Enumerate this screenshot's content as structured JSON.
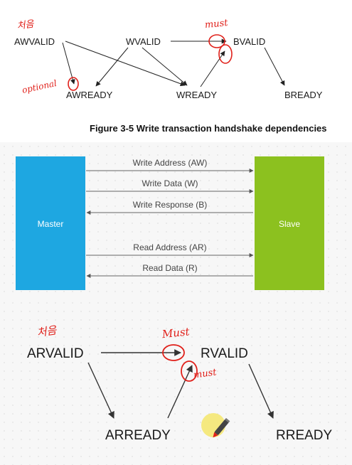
{
  "figure1": {
    "signals": {
      "awvalid": "AWVALID",
      "wvalid": "WVALID",
      "bvalid": "BVALID",
      "awready": "AWREADY",
      "wready": "WREADY",
      "bready": "BREADY"
    },
    "notes": {
      "first": "처음",
      "must": "must",
      "optional": "optional"
    },
    "caption": "Figure 3-5 Write transaction handshake dependencies"
  },
  "figure2": {
    "master": "Master",
    "slave": "Slave",
    "channels": {
      "aw": "Write Address (AW)",
      "w": "Write Data (W)",
      "b": "Write Response (B)",
      "ar": "Read Address (AR)",
      "r": "Read Data (R)"
    },
    "colors": {
      "master": "#1ea7e1",
      "slave": "#8cc11f"
    }
  },
  "figure3": {
    "signals": {
      "arvalid": "ARVALID",
      "rvalid": "RVALID",
      "arready": "ARREADY",
      "rready": "RREADY"
    },
    "notes": {
      "first": "처음",
      "must_top": "Must",
      "must_side": "must"
    }
  },
  "colors": {
    "annotation": "#e0201a",
    "cursor": "#f5e66b"
  }
}
